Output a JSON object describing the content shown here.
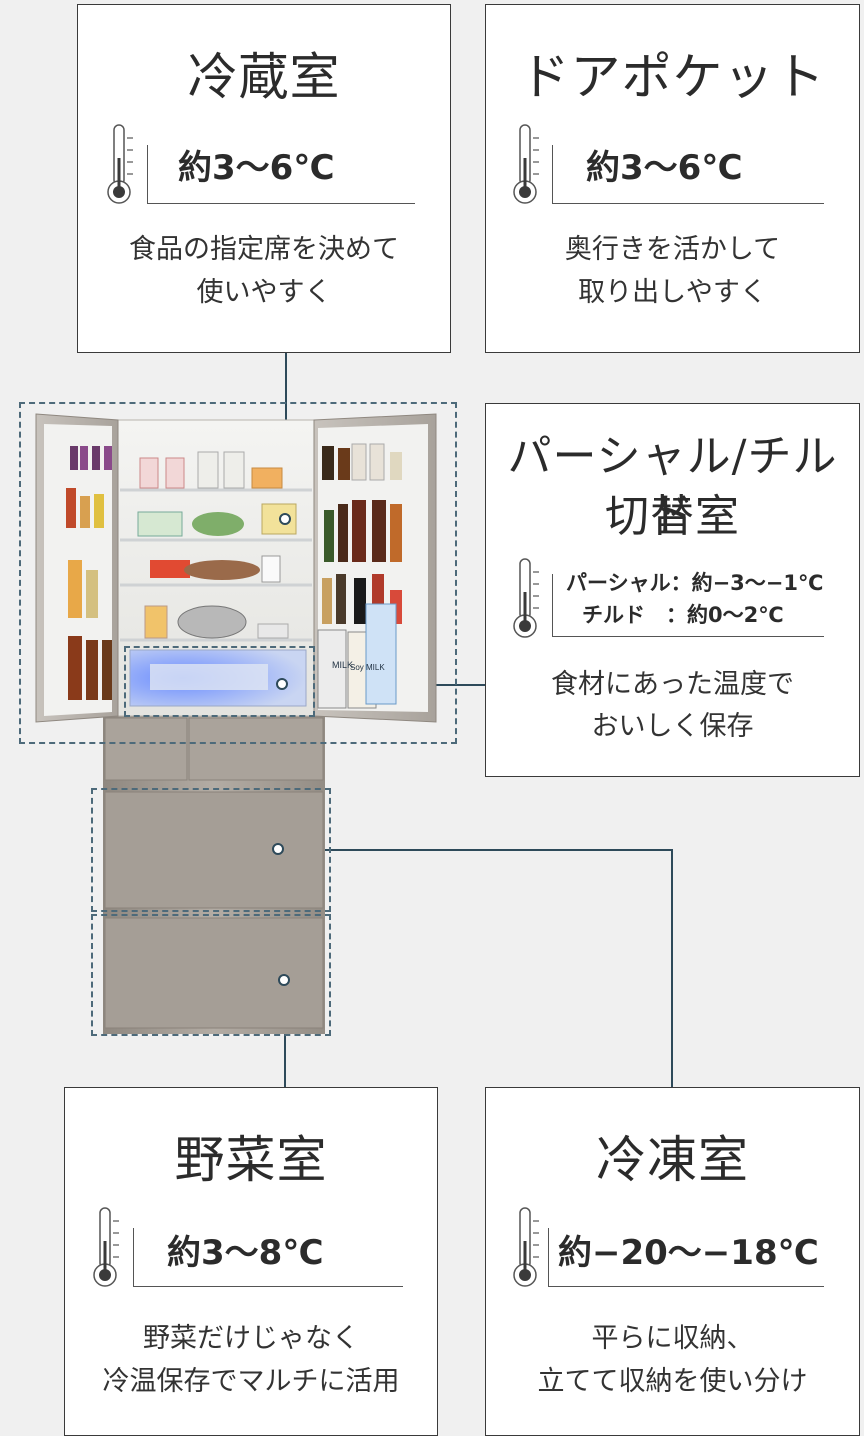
{
  "fridge": {
    "title": "冷蔵室",
    "temp": "約3～6℃",
    "desc_line1": "食品の指定席を決めて",
    "desc_line2": "使いやすく"
  },
  "door_pocket": {
    "title": "ドアポケット",
    "temp": "約3～6℃",
    "desc_line1": "奥行きを活かして",
    "desc_line2": "取り出しやすく"
  },
  "partial": {
    "title_line1": "パーシャル/チルド",
    "title_line2": "切替室",
    "temp_partial": "パーシャル：約−3～−1℃",
    "temp_chilled": "チルド　：約0～2℃",
    "desc_line1": "食材にあった温度で",
    "desc_line2": "おいしく保存"
  },
  "vegetable": {
    "title": "野菜室",
    "temp": "約3～8℃",
    "desc_line1": "野菜だけじゃなく",
    "desc_line2": "冷温保存でマルチに活用"
  },
  "freezer": {
    "title": "冷凍室",
    "temp": "約−20～−18℃",
    "desc_line1": "平らに収納、",
    "desc_line2": "立てて収納を使い分け"
  },
  "product_image": {
    "carton_label": "MILK",
    "carton_label2": "Soy MILK"
  },
  "colors": {
    "connector": "#2e4a5a",
    "dash": "#4d6a7a",
    "body_finish": "#a19a92"
  }
}
